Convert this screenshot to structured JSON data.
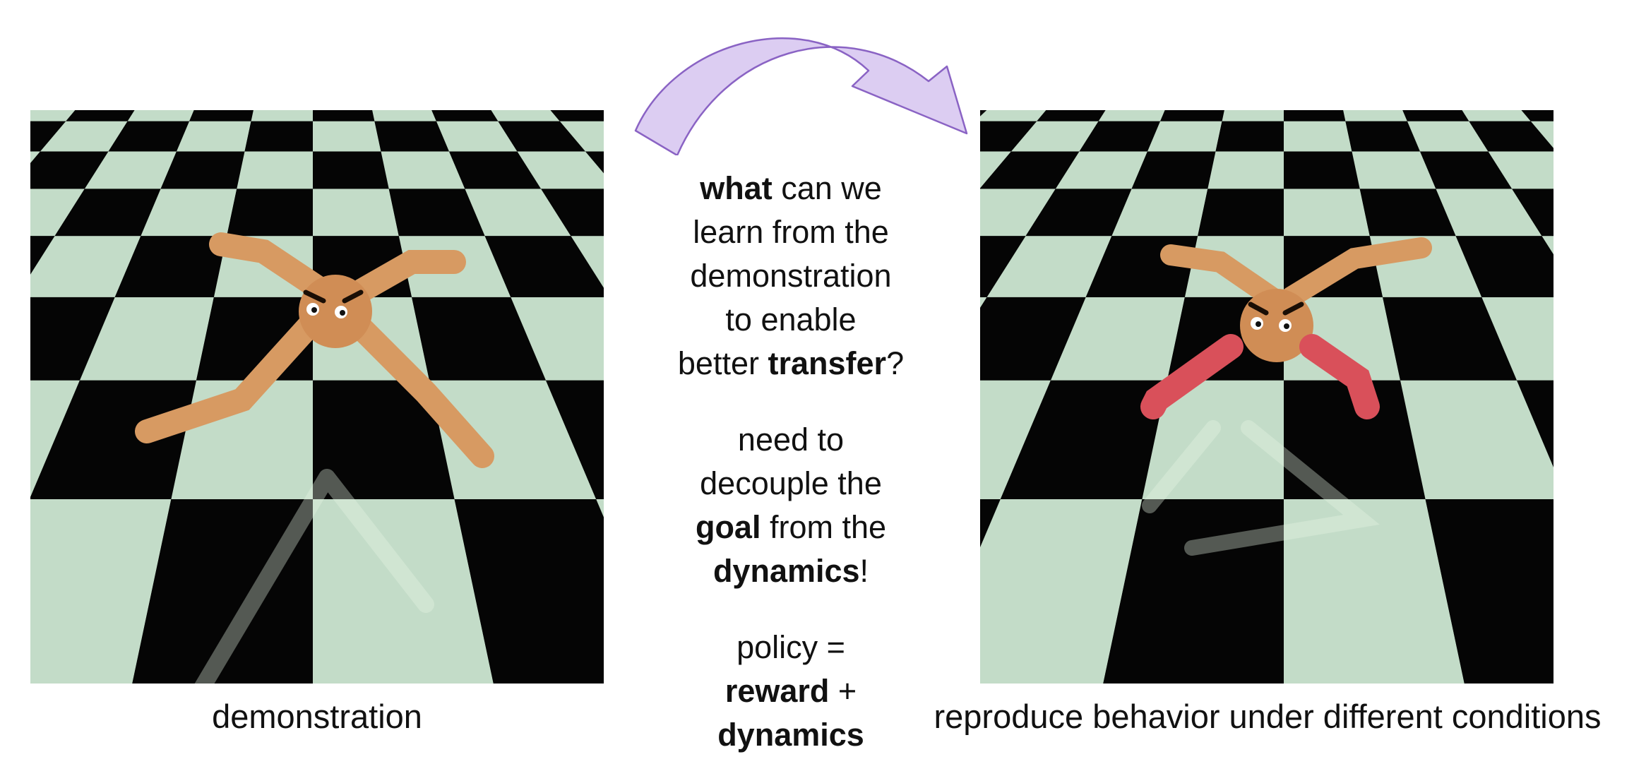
{
  "left_panel": {
    "caption": "demonstration",
    "limb_color": "#d79a62"
  },
  "right_panel": {
    "caption": "reproduce behavior under different conditions",
    "limb_color": "#d79a62",
    "altered_leg_color": "#d9505a"
  },
  "arrow": {
    "fill": "#dccdf2",
    "stroke": "#8a63c4"
  },
  "center_text": {
    "question": {
      "l1_bold": "what",
      "l1_rest": " can we",
      "l2": "learn from the",
      "l3": "demonstration",
      "l4": "to enable",
      "l5_pre": "better ",
      "l5_bold": "transfer",
      "l5_post": "?"
    },
    "decouple": {
      "l1": "need to",
      "l2": "decouple the",
      "l3_bold": "goal",
      "l3_rest": " from the",
      "l4_bold": "dynamics",
      "l4_post": "!"
    },
    "equation": {
      "l1": "policy =",
      "l2_bold": "reward",
      "l2_rest": " +",
      "l3_bold": "dynamics"
    }
  },
  "checker_colors": {
    "light": "#c3dcc8",
    "dark": "#050505"
  }
}
